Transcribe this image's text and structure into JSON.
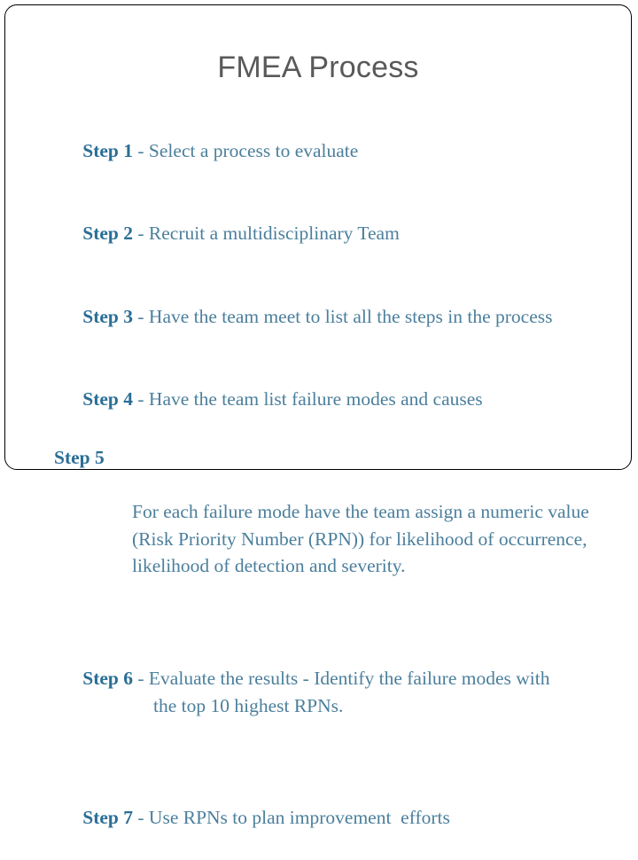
{
  "slide": {
    "title": "FMEA Process",
    "title_color": "#595959",
    "step_label_color": "#2a6e96",
    "body_color": "#4b7f9c",
    "background_color": "#ffffff",
    "border_color": "#000000"
  },
  "steps": [
    {
      "label": "Step 1",
      "separator": " - ",
      "text": "Select a process to evaluate"
    },
    {
      "label": "Step 2",
      "separator": " - ",
      "text": "Recruit a multidisciplinary Team"
    },
    {
      "label": "Step 3",
      "separator": " - ",
      "text": "Have the team meet to list all the steps in the process"
    },
    {
      "label": "Step 4",
      "separator": " - ",
      "text": "Have the team list failure modes and causes"
    },
    {
      "label": "Step 5",
      "separator": "",
      "text": "For each failure mode have the team assign a numeric value (Risk Priority Number (RPN)) for likelihood of occurrence, likelihood of detection and severity."
    },
    {
      "label": "Step 6",
      "separator": " - ",
      "text": "Evaluate the results - Identify the failure modes with",
      "text_wrap": "the top 10 highest RPNs."
    },
    {
      "label": "Step 7",
      "separator": " - ",
      "text": "Use RPNs to plan improvement  efforts"
    }
  ]
}
